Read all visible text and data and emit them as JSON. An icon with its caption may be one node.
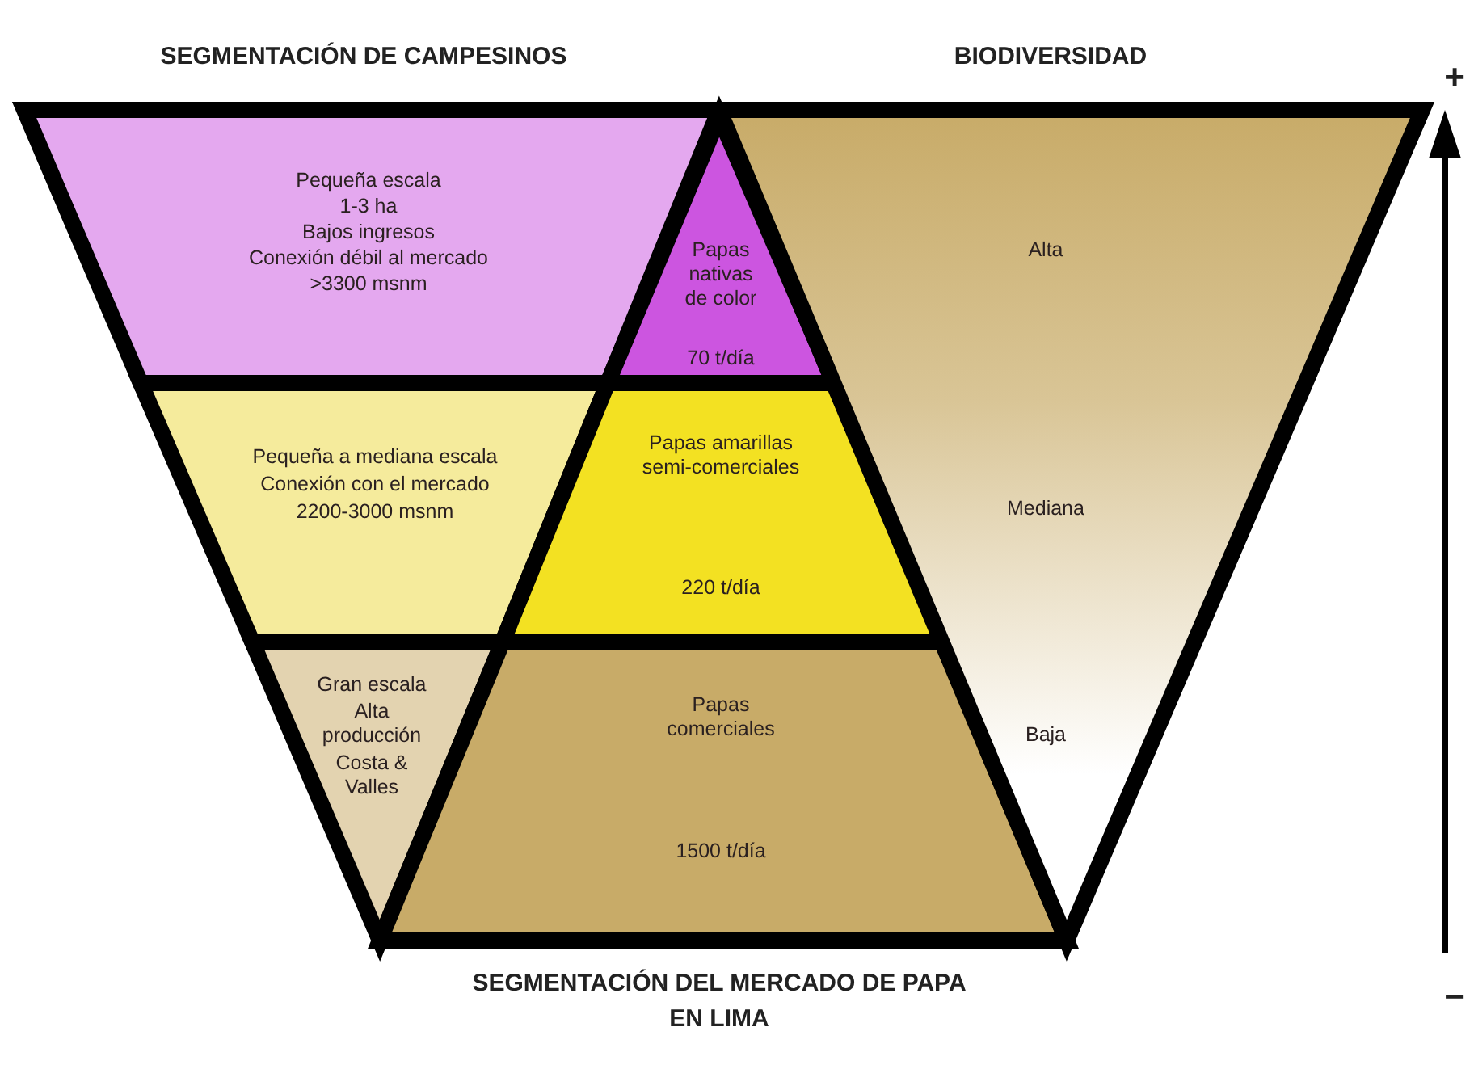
{
  "diagram": {
    "nodes": [
      {
        "text": [
          "Pequeña escala",
          "1-3 ha",
          "Bajos ingresos",
          "Conexión débil al mercado",
          ">3300 msnm"
        ]
      },
      {
        "text": [
          "Pequeña a mediana escala",
          "Conexión con el mercado",
          "2200-3000 msnm"
        ]
      },
      {
        "text": [
          "Gran escala",
          "Alta producción",
          "Costa & Valles"
        ]
      },
      {
        "text": [
          "Papas nativas de color",
          "70 t/día"
        ]
      },
      {
        "text": [
          "Papas amarillas semi-comerciales",
          "220 t/día"
        ]
      },
      {
        "text": [
          "Papas comerciales",
          "1500 t/día"
        ]
      },
      {
        "text": [
          "Alta",
          "Mediana",
          "Baja"
        ]
      }
    ],
    "edges": [],
    "labels": [
      "SEGMENTACIÓN DE CAMPESINOS",
      "BIODIVERSIDAD",
      "+",
      "SEGMENTACIÓN DEL MERCADO DE PAPA EN LIMA",
      "−"
    ]
  }
}
